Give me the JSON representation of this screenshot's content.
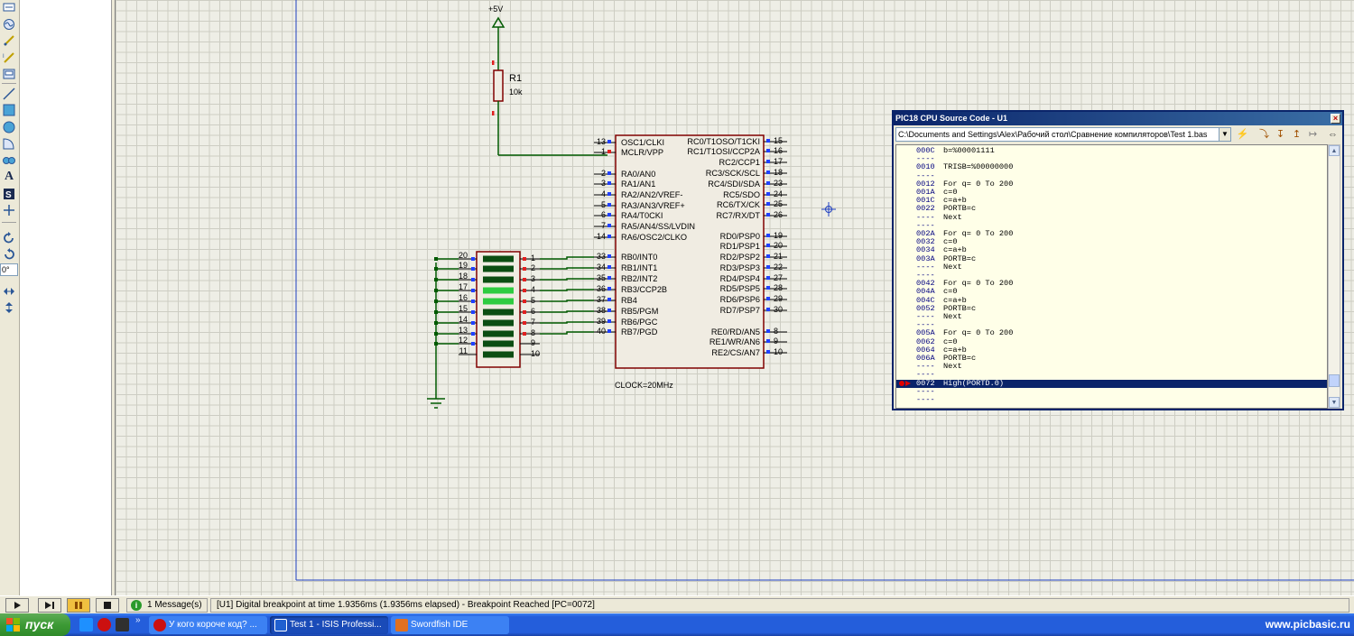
{
  "schematic": {
    "power_label": "+5V",
    "resistor_ref": "R1",
    "resistor_value": "10k",
    "clock_label": "CLOCK=20MHz",
    "mcu_left_pins": [
      {
        "num": "13",
        "name": "OSC1/CLKI"
      },
      {
        "num": "1",
        "name": "MCLR/VPP"
      },
      {
        "num": "2",
        "name": "RA0/AN0"
      },
      {
        "num": "3",
        "name": "RA1/AN1"
      },
      {
        "num": "4",
        "name": "RA2/AN2/VREF-"
      },
      {
        "num": "5",
        "name": "RA3/AN3/VREF+"
      },
      {
        "num": "6",
        "name": "RA4/T0CKI"
      },
      {
        "num": "7",
        "name": "RA5/AN4/SS/LVDIN"
      },
      {
        "num": "14",
        "name": "RA6/OSC2/CLKO"
      },
      {
        "num": "33",
        "name": "RB0/INT0"
      },
      {
        "num": "34",
        "name": "RB1/INT1"
      },
      {
        "num": "35",
        "name": "RB2/INT2"
      },
      {
        "num": "36",
        "name": "RB3/CCP2B"
      },
      {
        "num": "37",
        "name": "RB4"
      },
      {
        "num": "38",
        "name": "RB5/PGM"
      },
      {
        "num": "39",
        "name": "RB6/PGC"
      },
      {
        "num": "40",
        "name": "RB7/PGD"
      }
    ],
    "mcu_right_pins": [
      {
        "num": "15",
        "name": "RC0/T1OSO/T1CKI"
      },
      {
        "num": "16",
        "name": "RC1/T1OSI/CCP2A"
      },
      {
        "num": "17",
        "name": "RC2/CCP1"
      },
      {
        "num": "18",
        "name": "RC3/SCK/SCL"
      },
      {
        "num": "23",
        "name": "RC4/SDI/SDA"
      },
      {
        "num": "24",
        "name": "RC5/SDO"
      },
      {
        "num": "25",
        "name": "RC6/TX/CK"
      },
      {
        "num": "26",
        "name": "RC7/RX/DT"
      },
      {
        "num": "19",
        "name": "RD0/PSP0"
      },
      {
        "num": "20",
        "name": "RD1/PSP1"
      },
      {
        "num": "21",
        "name": "RD2/PSP2"
      },
      {
        "num": "22",
        "name": "RD3/PSP3"
      },
      {
        "num": "27",
        "name": "RD4/PSP4"
      },
      {
        "num": "28",
        "name": "RD5/PSP5"
      },
      {
        "num": "29",
        "name": "RD6/PSP6"
      },
      {
        "num": "30",
        "name": "RD7/PSP7"
      },
      {
        "num": "8",
        "name": "RE0/RD/AN5"
      },
      {
        "num": "9",
        "name": "RE1/WR/AN6"
      },
      {
        "num": "10",
        "name": "RE2/CS/AN7"
      }
    ],
    "bargraph_left_pins": [
      "20",
      "19",
      "18",
      "17",
      "16",
      "15",
      "14",
      "13",
      "12",
      "11"
    ],
    "bargraph_right_pins": [
      "1",
      "2",
      "3",
      "4",
      "5",
      "6",
      "7",
      "8",
      "9",
      "10"
    ],
    "bargraph_lit": [
      false,
      false,
      false,
      true,
      true,
      false,
      false,
      false,
      false,
      false
    ],
    "colors": {
      "wire": "#005a00",
      "part_outline": "#800000",
      "part_fill": "#f0ece2",
      "led_on": "#2ecc40",
      "led_off": "#0b4d12",
      "pin_blue": "#2040ff",
      "pin_red": "#e02020"
    }
  },
  "toolbar": {
    "rotation_value": "0°"
  },
  "source_window": {
    "title": "PIC18 CPU Source Code - U1",
    "path": "C:\\Documents and Settings\\Alex\\Рабочий стол\\Сравнение компиляторов\\Test 1.bas",
    "lines": [
      {
        "addr": "000C",
        "text": "b=%00001111"
      },
      {
        "addr": "----",
        "text": ""
      },
      {
        "addr": "0010",
        "text": "TRISB=%00000000"
      },
      {
        "addr": "----",
        "text": ""
      },
      {
        "addr": "0012",
        "text": "For q= 0 To 200"
      },
      {
        "addr": "001A",
        "text": "c=0"
      },
      {
        "addr": "001C",
        "text": "c=a+b"
      },
      {
        "addr": "0022",
        "text": "PORTB=c"
      },
      {
        "addr": "----",
        "text": "Next"
      },
      {
        "addr": "----",
        "text": ""
      },
      {
        "addr": "002A",
        "text": "For q= 0 To 200"
      },
      {
        "addr": "0032",
        "text": "c=0"
      },
      {
        "addr": "0034",
        "text": "c=a+b"
      },
      {
        "addr": "003A",
        "text": "PORTB=c"
      },
      {
        "addr": "----",
        "text": "Next"
      },
      {
        "addr": "----",
        "text": ""
      },
      {
        "addr": "0042",
        "text": "For q= 0 To 200"
      },
      {
        "addr": "004A",
        "text": "c=0"
      },
      {
        "addr": "004C",
        "text": "c=a+b"
      },
      {
        "addr": "0052",
        "text": "PORTB=c"
      },
      {
        "addr": "----",
        "text": "Next"
      },
      {
        "addr": "----",
        "text": ""
      },
      {
        "addr": "005A",
        "text": "For q= 0 To 200"
      },
      {
        "addr": "0062",
        "text": "c=0"
      },
      {
        "addr": "0064",
        "text": "c=a+b"
      },
      {
        "addr": "006A",
        "text": "PORTB=c"
      },
      {
        "addr": "----",
        "text": "Next"
      },
      {
        "addr": "----",
        "text": ""
      },
      {
        "addr": "0072",
        "text": "High(PORTD.0)",
        "current": true
      },
      {
        "addr": "----",
        "text": ""
      },
      {
        "addr": "----",
        "text": ""
      }
    ]
  },
  "statusbar": {
    "messages": "1 Message(s)",
    "status": "[U1] Digital breakpoint at time 1.9356ms (1.9356ms elapsed) - Breakpoint Reached [PC=0072]"
  },
  "taskbar": {
    "start_label": "пуск",
    "tasks": [
      {
        "label": "У кого короче код? ..."
      },
      {
        "label": "Test 1 - ISIS Professi..."
      },
      {
        "label": "Swordfish IDE"
      }
    ],
    "tray_text": "www.picbasic.ru"
  }
}
